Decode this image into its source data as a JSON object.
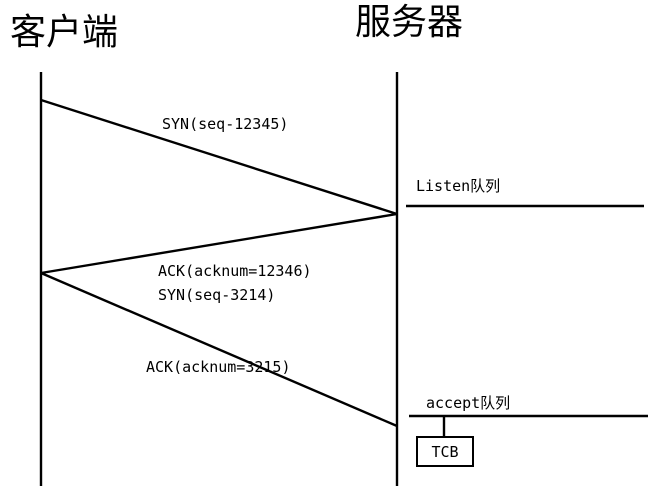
{
  "client_label": "客户端",
  "server_label": "服务器",
  "messages": [
    {
      "lines": [
        "SYN(seq-12345)"
      ]
    },
    {
      "lines": [
        "ACK(acknum=12346)",
        "SYN(seq-3214)"
      ]
    },
    {
      "lines": [
        "ACK(acknum=3215)"
      ]
    }
  ],
  "queues": {
    "listen": "Listen队列",
    "accept": "accept队列"
  },
  "tcb_label": "TCB"
}
